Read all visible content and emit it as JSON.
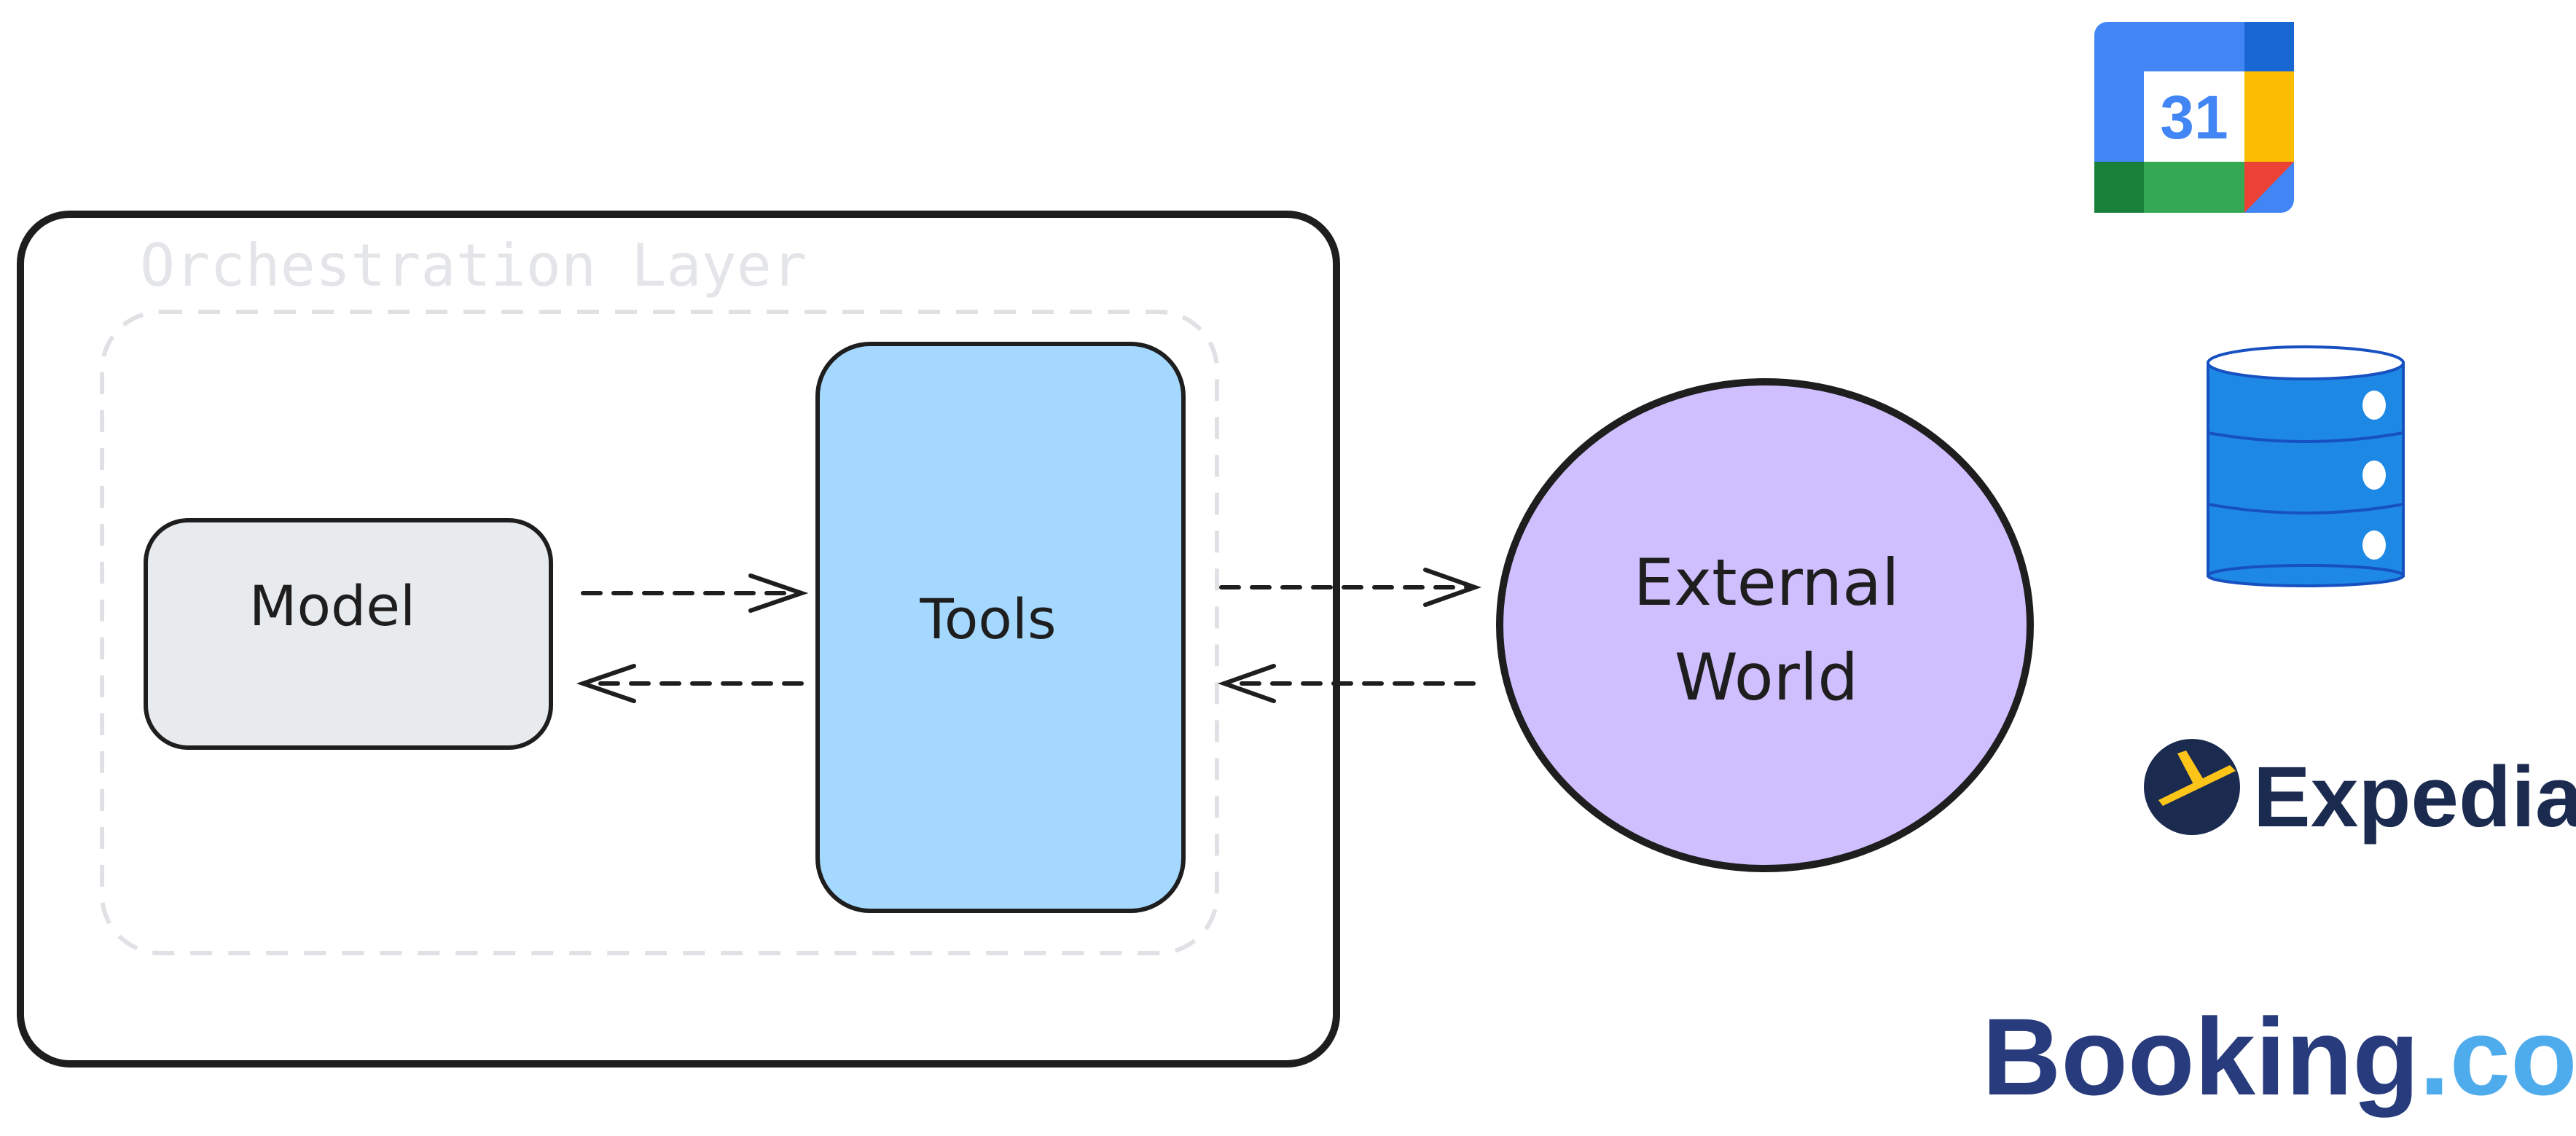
{
  "diagram": {
    "outer_container_label": "Orchestration Layer",
    "model_label": "Model",
    "tools_label": "Tools",
    "external_world_line1": "External",
    "external_world_line2": "World"
  },
  "icons": {
    "calendar": {
      "name": "google-calendar-icon",
      "day_number": "31"
    },
    "database": {
      "name": "database-icon"
    },
    "expedia": {
      "name": "expedia-logo",
      "text": "Expedia"
    },
    "booking": {
      "name": "booking-logo",
      "text_main": "Booking",
      "text_suffix": ".com"
    }
  },
  "colors": {
    "model_fill": "#e8ebee",
    "tools_fill": "#a5d8ff",
    "external_fill": "#d0bfff",
    "stroke": "#1e1e1e",
    "layer_dashed": "#dfe1e4",
    "layer_label": "#e3e5e8",
    "expedia_navy": "#1b2a4f",
    "expedia_yellow": "#fdc51a",
    "booking_navy": "#273b7d",
    "booking_blue": "#4facec",
    "db_blue": "#1e88e5"
  }
}
